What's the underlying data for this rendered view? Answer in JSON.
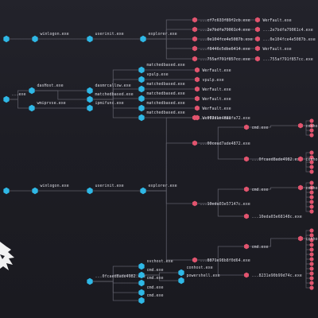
{
  "colors": {
    "background": "#1d1d24",
    "edge": "#5d5d68",
    "process_node": "#2fb8e6",
    "event_node": "#e2546e",
    "label": "#d6d6de"
  },
  "logo": {
    "icon": "falcon-icon"
  },
  "nodes": [
    {
      "id": "a1",
      "kind": "process",
      "label": ""
    },
    {
      "id": "a2",
      "kind": "process",
      "label": "winlogon.exe"
    },
    {
      "id": "a3",
      "kind": "process",
      "label": "userinit.exe"
    },
    {
      "id": "a4",
      "kind": "process",
      "label": "explorer.exe"
    },
    {
      "id": "a5",
      "kind": "event",
      "label": "...cf7c633f89f2cb.exe"
    },
    {
      "id": "a6",
      "kind": "event",
      "label": "...2e7bdfa79061c4.exe"
    },
    {
      "id": "a7",
      "kind": "event",
      "label": "...0e104fce4e5087b.exe"
    },
    {
      "id": "a8",
      "kind": "event",
      "label": "...f8446c5dbe6414.exe"
    },
    {
      "id": "a9",
      "kind": "event",
      "label": "...755af791f857cc.exe"
    },
    {
      "id": "a10",
      "kind": "event",
      "label": "WerFault.exe"
    },
    {
      "id": "a11",
      "kind": "event",
      "label": "...2e7bdfa79061c4.exe"
    },
    {
      "id": "a12",
      "kind": "event",
      "label": "...0e104fce4e5087b.exe"
    },
    {
      "id": "a13",
      "kind": "event",
      "label": "WerFault.exe"
    },
    {
      "id": "a14",
      "kind": "event",
      "label": "...755af791f857cc.exe"
    },
    {
      "id": "b1",
      "kind": "process",
      "label": "...exe"
    },
    {
      "id": "b2",
      "kind": "process",
      "label": "dasHost.exe"
    },
    {
      "id": "b3",
      "kind": "process",
      "label": "wmiprvse.exe"
    },
    {
      "id": "b4",
      "kind": "process",
      "label": "dasmrcallow.exe"
    },
    {
      "id": "b5",
      "kind": "process",
      "label": "matchedbased.exe"
    },
    {
      "id": "b6",
      "kind": "process",
      "label": "ipmifunc.exe"
    },
    {
      "id": "b7",
      "kind": "process",
      "label": "matchedbased.exe"
    },
    {
      "id": "b8",
      "kind": "process",
      "label": "vpulp.exe"
    },
    {
      "id": "b9",
      "kind": "process",
      "label": "matchedbased.exe"
    },
    {
      "id": "b10",
      "kind": "process",
      "label": "matchedbased.exe"
    },
    {
      "id": "b11",
      "kind": "process",
      "label": "matchedbased.exe"
    },
    {
      "id": "b12",
      "kind": "process",
      "label": "matchedbased.exe"
    },
    {
      "id": "b13",
      "kind": "event",
      "label": "WerFault.exe"
    },
    {
      "id": "b14",
      "kind": "event",
      "label": "vpulp.exe"
    },
    {
      "id": "b15",
      "kind": "event",
      "label": "WerFault.exe"
    },
    {
      "id": "b16",
      "kind": "event",
      "label": "WerFault.exe"
    },
    {
      "id": "b17",
      "kind": "event",
      "label": "WerFault.exe"
    },
    {
      "id": "b18",
      "kind": "event",
      "label": "WerFault.exe"
    },
    {
      "id": "c1",
      "kind": "process",
      "label": ""
    },
    {
      "id": "c2",
      "kind": "process",
      "label": "winlogon.exe"
    },
    {
      "id": "c3",
      "kind": "process",
      "label": "userinit.exe"
    },
    {
      "id": "c4",
      "kind": "process",
      "label": "explorer.exe"
    },
    {
      "id": "c5",
      "kind": "event",
      "label": "...997fae4881fa72.exe"
    },
    {
      "id": "c6",
      "kind": "event",
      "label": "...00cead7ade4872.exe"
    },
    {
      "id": "c7",
      "kind": "event",
      "label": "...10eda03e57147c.exe"
    },
    {
      "id": "c8",
      "kind": "event",
      "label": "...8871e98b8f0d64.exe"
    },
    {
      "id": "c9",
      "kind": "event",
      "label": "cmd.exe"
    },
    {
      "id": "c10",
      "kind": "event",
      "label": "...0fcaed8ade4982.exe"
    },
    {
      "id": "c11",
      "kind": "event",
      "label": "cmd.exe"
    },
    {
      "id": "c12",
      "kind": "event",
      "label": "...10eda03e68148c.exe"
    },
    {
      "id": "c13",
      "kind": "event",
      "label": "cmd.exe"
    },
    {
      "id": "c14",
      "kind": "event",
      "label": "...8231e90b99d74c.exe"
    },
    {
      "id": "c15",
      "kind": "event",
      "label": "conhost"
    },
    {
      "id": "c16",
      "kind": "event",
      "label": "conhost"
    },
    {
      "id": "c17",
      "kind": "event",
      "label": "conhost"
    },
    {
      "id": "c18",
      "kind": "event",
      "label": "conhost"
    },
    {
      "id": "d1",
      "kind": "process",
      "label": "svchost.exe"
    },
    {
      "id": "d2",
      "kind": "process",
      "label": "...0fcaed8ade4982.exe"
    },
    {
      "id": "d3",
      "kind": "process",
      "label": "cmd.exe"
    },
    {
      "id": "d4",
      "kind": "process",
      "label": "cmd.exe"
    },
    {
      "id": "d5",
      "kind": "process",
      "label": "cmd.exe"
    },
    {
      "id": "d6",
      "kind": "process",
      "label": "cmd.exe"
    },
    {
      "id": "d7",
      "kind": "process",
      "label": "conhost.exe"
    },
    {
      "id": "d8",
      "kind": "process",
      "label": "powershell.exe"
    }
  ]
}
